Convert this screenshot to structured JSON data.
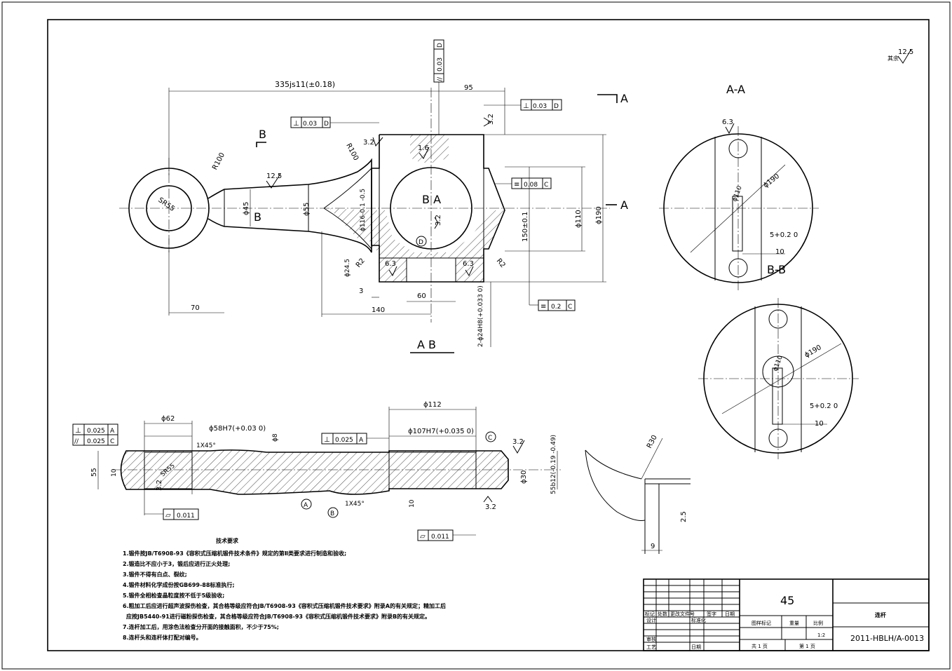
{
  "surface_finish_note": {
    "label": "其余",
    "value": "12.5"
  },
  "main_view": {
    "dim_overall": "335js11(±0.18)",
    "dim_95": "95",
    "dim_70": "70",
    "dim_140": "140",
    "dim_60": "60",
    "dim_3": "3",
    "dim_R100_left": "R100",
    "dim_R100_right": "R100",
    "dim_SR55": "SR55",
    "dim_d45": "ϕ45",
    "dim_d55": "ϕ55",
    "dim_d116": "ϕ116-0.1 -0.5",
    "dim_d110": "ϕ110",
    "dim_d190": "ϕ190",
    "dim_150": "150±0.1",
    "dim_d24": "ϕ24.5",
    "dim_R2_left": "R2",
    "dim_R2_right": "R2",
    "dim_holes": "2-ϕ24H8(+0.033 0)",
    "rough_12_5": "12.5",
    "rough_3_2_a": "3.2",
    "rough_3_2_b": "3.2",
    "rough_3_2_c": "3.2",
    "rough_1_6": "1.6",
    "rough_6_3_a": "6.3",
    "rough_6_3_b": "6.3",
    "tol_par_top": "0.03",
    "tol_par_top_ref": "D",
    "tol_perp_left": "0.03",
    "tol_perp_left_ref": "D",
    "tol_perp_right": "0.03",
    "tol_perp_right_ref": "D",
    "tol_sym_mid": "0.08",
    "tol_sym_mid_ref": "C",
    "tol_sym_low": "0.2",
    "tol_sym_low_ref": "C",
    "datum_d": "D",
    "label_B": "B",
    "label_A": "A",
    "label_BA": "B A",
    "label_AB": "A B"
  },
  "section_AA": {
    "title": "A-A",
    "rough": "6.3",
    "dim_d190": "ϕ190",
    "dim_d110": "ϕ110",
    "dim_5": "5+0.2 0",
    "dim_10": "10"
  },
  "section_BB": {
    "title": "B-B",
    "dim_d190": "ϕ190",
    "dim_d110": "ϕ110",
    "dim_5": "5+0.2 0",
    "dim_10": "10"
  },
  "bottom_view": {
    "tol_perp": "0.025",
    "tol_perp_ref": "A",
    "tol_par": "0.025",
    "tol_par_ref": "C",
    "dim_d62": "ϕ62",
    "dim_d58": "ϕ58H7(+0.03 0)",
    "dim_1x45_a": "1X45°",
    "dim_d8": "ϕ8",
    "tol_perp_mid": "0.025",
    "tol_perp_mid_ref": "A",
    "dim_d112": "ϕ112",
    "dim_d107": "ϕ107H7(+0.035 0)",
    "datum_c": "C",
    "rough_3_2_a": "3.2",
    "rough_3_2_b": "3.2",
    "rough_3_2_c": "3.2",
    "dim_55": "55",
    "dim_10_left": "10",
    "dim_SR55": "SR55",
    "dim_d30": "ϕ30",
    "dim_55b12": "55b12(-0.19 -0.49)",
    "dim_10_mid": "10",
    "dim_1x45_b": "1X45°",
    "datum_a": "A",
    "datum_b": "B",
    "flat_left": "0.011",
    "flat_right": "0.011"
  },
  "detail_view": {
    "dim_R30": "R30",
    "dim_2_5": "2.5",
    "dim_9": "9"
  },
  "tech_requirements": {
    "title": "技术要求",
    "items": [
      "1.锻件按JB/T6908-93《容积式压缩机锻件技术条件》规定的第Ⅱ类要求进行制造和验收;",
      "2.锻造比不应小于3，锻后应进行正火处理;",
      "3.锻件不得有白点、裂纹;",
      "4.锻件材料化学成份按GB699-88标准执行;",
      "5.锻件全相检查晶粒度按不低于5级验收;",
      "6.粗加工后应进行超声波探伤检查，其合格等级应符合JB/T6908-93《容积式压缩机锻件技术要求》附录A的有关规定；精加工后",
      "应按JB5440-91进行磁粉探伤检查，其合格等级应符合JB/T6908-93《容积式压缩机锻件技术要求》附录B的有关规定。",
      "7.连杆加工后，用涂色法检查分开面的接触面积，不少于75%;",
      "8.连杆头和连杆体打配对编号。"
    ]
  },
  "title_block": {
    "material": "45",
    "part_name": "连杆",
    "drawing_no": "2011-HBLH/A-0013",
    "scale": "1:2",
    "row_labels": [
      "标记",
      "处数",
      "更改文件号",
      "签字",
      "日期"
    ],
    "design": "设计",
    "standard": "标准化",
    "review": "审核",
    "process": "工艺",
    "date": "日期",
    "stage_label": "图样标记",
    "weight_label": "重量",
    "scale_label": "比例",
    "total": "共 1 页",
    "page": "第 1 页"
  }
}
